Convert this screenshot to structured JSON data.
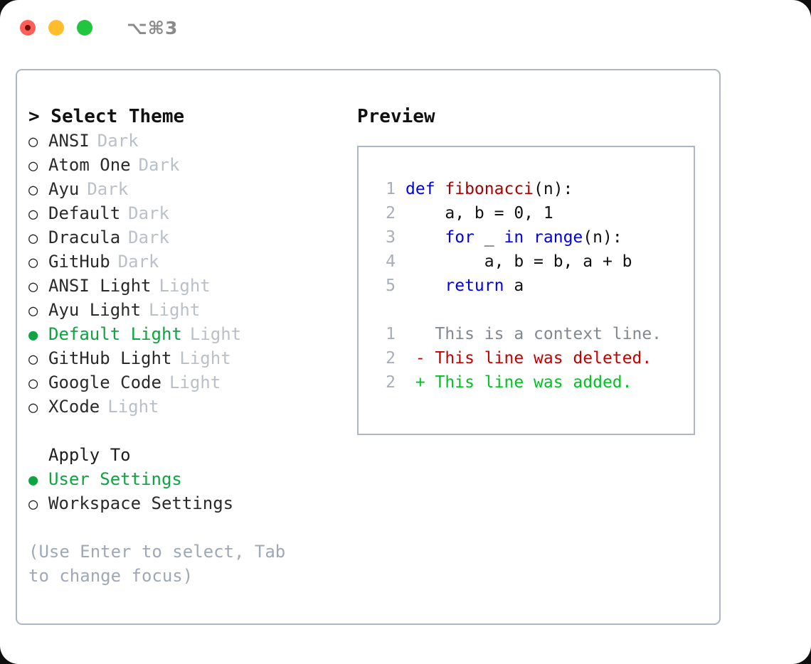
{
  "window": {
    "shortcut": "⌥⌘3",
    "traffic_lights": [
      {
        "name": "close-button",
        "color": "#ff5f56"
      },
      {
        "name": "minimize-button",
        "color": "#ffbd2e"
      },
      {
        "name": "maximize-button",
        "color": "#22c53e"
      }
    ]
  },
  "colors": {
    "selected_green": "#0fa341",
    "muted_grey": "#b9c0c9",
    "hint_grey": "#9fa8b5",
    "border": "#adb6c4",
    "keyword_blue": "#0000ee",
    "function_red": "#aa0000",
    "diff_delete": "#c30000",
    "diff_add": "#00c221",
    "diff_context": "#808891"
  },
  "theme_picker": {
    "title": "> Select Theme",
    "marker_unselected": "○",
    "marker_selected": "●",
    "themes": [
      {
        "name": "ANSI",
        "variant": "Dark",
        "selected": false
      },
      {
        "name": "Atom One",
        "variant": "Dark",
        "selected": false
      },
      {
        "name": "Ayu",
        "variant": "Dark",
        "selected": false
      },
      {
        "name": "Default",
        "variant": "Dark",
        "selected": false
      },
      {
        "name": "Dracula",
        "variant": "Dark",
        "selected": false
      },
      {
        "name": "GitHub",
        "variant": "Dark",
        "selected": false
      },
      {
        "name": "ANSI Light",
        "variant": "Light",
        "selected": false
      },
      {
        "name": "Ayu Light",
        "variant": "Light",
        "selected": false
      },
      {
        "name": "Default Light",
        "variant": "Light",
        "selected": true
      },
      {
        "name": "GitHub Light",
        "variant": "Light",
        "selected": false
      },
      {
        "name": "Google Code",
        "variant": "Light",
        "selected": false
      },
      {
        "name": "XCode",
        "variant": "Light",
        "selected": false
      }
    ]
  },
  "apply_to": {
    "title": "Apply To",
    "options": [
      {
        "label": "User Settings",
        "selected": true
      },
      {
        "label": "Workspace Settings",
        "selected": false
      }
    ]
  },
  "hint": "(Use Enter to select, Tab to change focus)",
  "preview": {
    "title": "Preview",
    "code_lines": [
      {
        "number": "1",
        "tokens": [
          {
            "text": "def ",
            "type": "keyword"
          },
          {
            "text": "fibonacci",
            "type": "function"
          },
          {
            "text": "(n):",
            "type": "plain"
          }
        ]
      },
      {
        "number": "2",
        "tokens": [
          {
            "text": "    a, b = 0, 1",
            "type": "plain"
          }
        ]
      },
      {
        "number": "3",
        "tokens": [
          {
            "text": "    ",
            "type": "plain"
          },
          {
            "text": "for",
            "type": "keyword"
          },
          {
            "text": " _ ",
            "type": "plain"
          },
          {
            "text": "in",
            "type": "keyword"
          },
          {
            "text": " ",
            "type": "plain"
          },
          {
            "text": "range",
            "type": "keyword"
          },
          {
            "text": "(n):",
            "type": "plain"
          }
        ]
      },
      {
        "number": "4",
        "tokens": [
          {
            "text": "        a, b = b, a + b",
            "type": "plain"
          }
        ]
      },
      {
        "number": "5",
        "tokens": [
          {
            "text": "    ",
            "type": "plain"
          },
          {
            "text": "return",
            "type": "keyword"
          },
          {
            "text": " a",
            "type": "plain"
          }
        ]
      }
    ],
    "diff_lines": [
      {
        "number": "1",
        "sign": " ",
        "text": "This is a context line.",
        "type": "context"
      },
      {
        "number": "2",
        "sign": "-",
        "text": "This line was deleted.",
        "type": "delete"
      },
      {
        "number": "2",
        "sign": "+",
        "text": "This line was added.",
        "type": "add"
      }
    ]
  }
}
